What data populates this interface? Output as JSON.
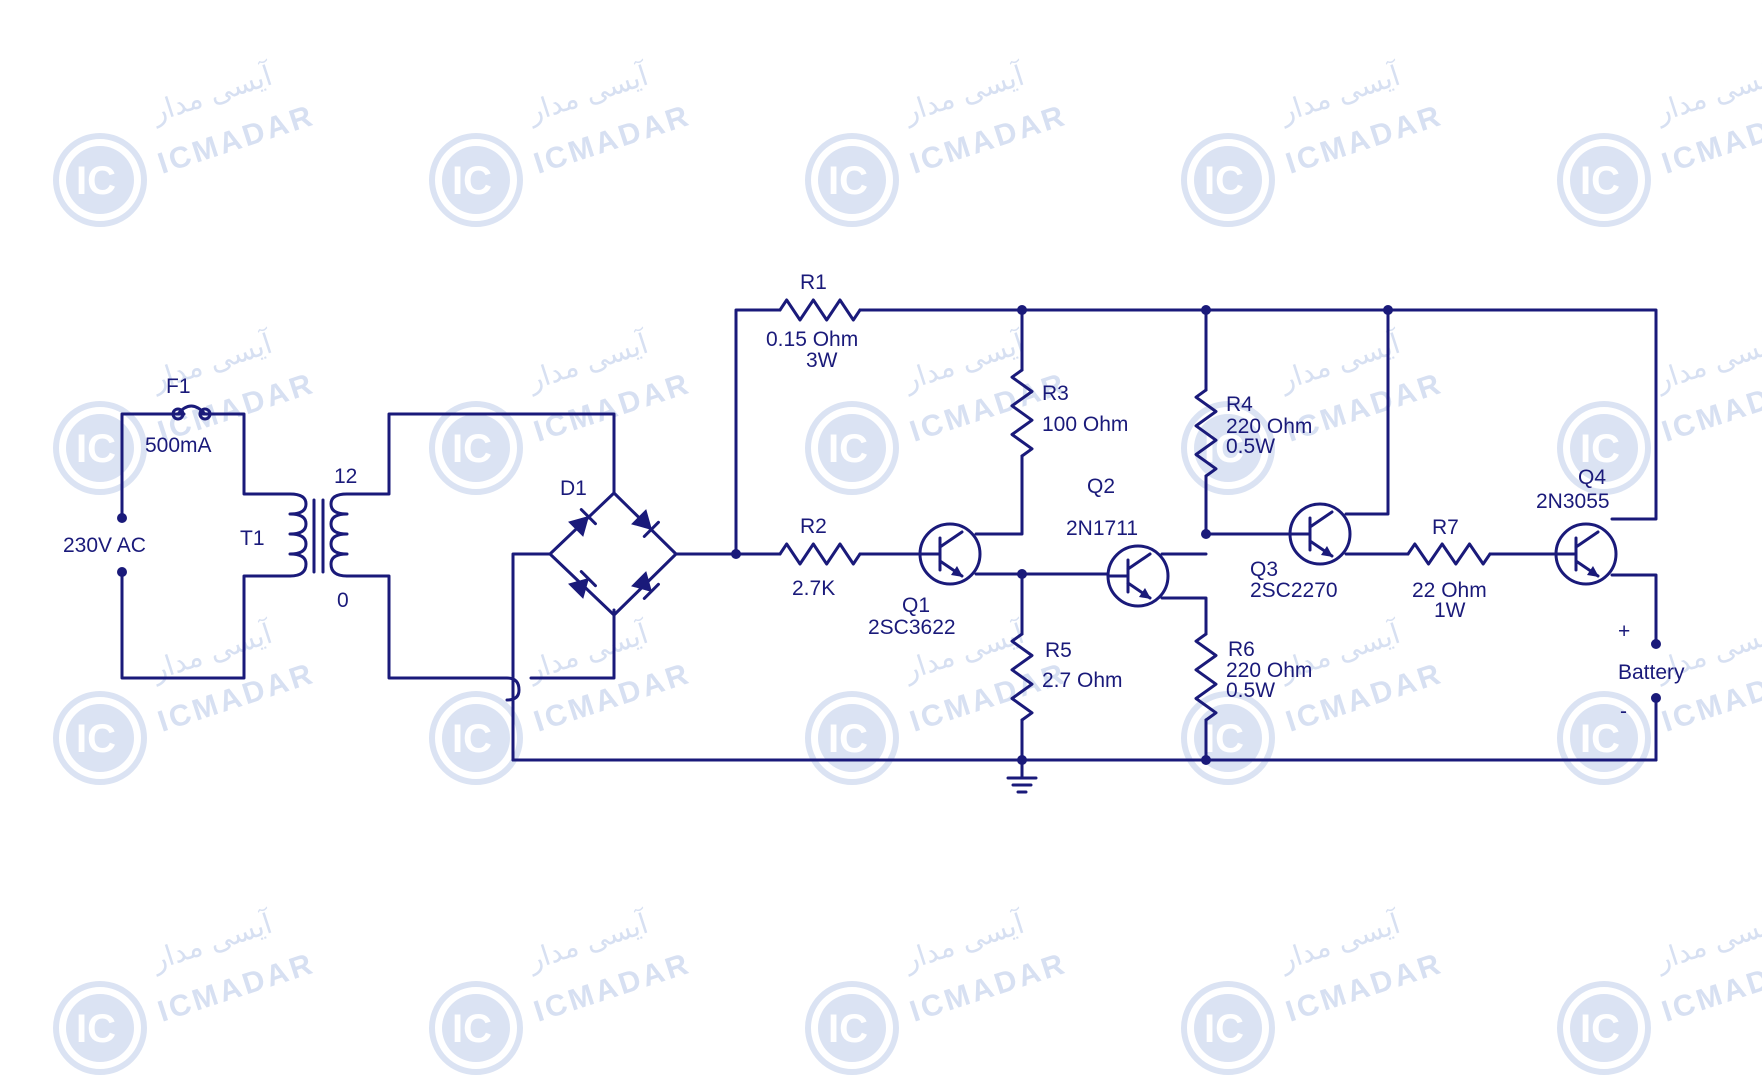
{
  "watermark": {
    "latin": "ICMADAR",
    "persian": "آیسی مدار",
    "logo": "IC"
  },
  "labels": {
    "f1": "F1",
    "f1_val": "500mA",
    "ac": "230V AC",
    "t1": "T1",
    "t1_top": "12",
    "t1_bot": "0",
    "d1": "D1",
    "r1": "R1",
    "r1_val": "0.15 Ohm",
    "r1_w": "3W",
    "r2": "R2",
    "r2_val": "2.7K",
    "r3": "R3",
    "r3_val": "100 Ohm",
    "r4": "R4",
    "r4_val": "220 Ohm",
    "r4_w": "0.5W",
    "r5": "R5",
    "r5_val": "2.7 Ohm",
    "r6": "R6",
    "r6_val": "220 Ohm",
    "r6_w": "0.5W",
    "r7": "R7",
    "r7_val": "22 Ohm",
    "r7_w": "1W",
    "q1": "Q1",
    "q1_part": "2SC3622",
    "q2": "Q2",
    "q2_part": "2N1711",
    "q3": "Q3",
    "q3_part": "2SC2270",
    "q4": "Q4",
    "q4_part": "2N3055",
    "bat_plus": "+",
    "battery": "Battery",
    "bat_minus": "-"
  }
}
